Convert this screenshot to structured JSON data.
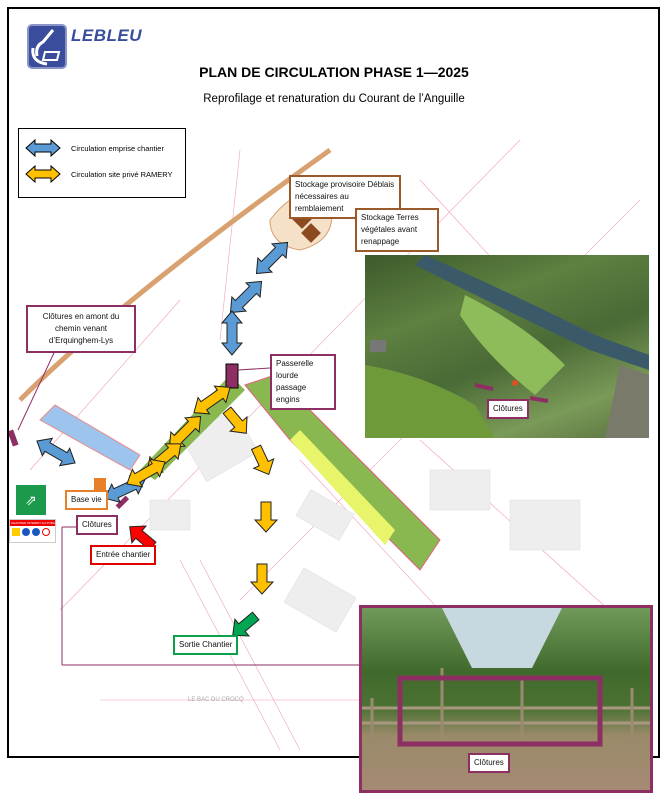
{
  "logo": {
    "name": "LEBLEU"
  },
  "header": {
    "title": "PLAN DE CIRCULATION PHASE 1—2025",
    "subtitle": "Reprofilage et renaturation du Courant de l’Anguille"
  },
  "legend": {
    "items": [
      {
        "label": "Circulation emprise chantier",
        "color": "#5b9bd5"
      },
      {
        "label": "Circulation site privé RAMERY",
        "color": "#ffc000"
      }
    ]
  },
  "labels": {
    "stockage_deblais": "Stockage  provisoire Déblais nécessaires au remblaiement",
    "stockage_terres": "Stockage  Terres végétales avant renappage",
    "clotures_amont": "Clôtures en amont du chemin venant d’Erquinghem-Lys",
    "passerelle": "Passerelle lourde passage engins",
    "clotures_aerial": "Clôtures",
    "base_vie": "Base vie",
    "clotures": "Clôtures",
    "entree": "Entrée chantier",
    "sortie": "Sortie Chantier",
    "clotures_photo": "Clôtures",
    "street": "LE BAC DU CROCQ",
    "sign_text": "CHANTIER INTERDIT AU PUBLIC"
  },
  "colors": {
    "blue": "#5b9bd5",
    "yellow": "#ffc000",
    "plum": "#8e2f63",
    "green": "#00a651",
    "red": "#ff0000",
    "brown": "#8b4a1f"
  }
}
